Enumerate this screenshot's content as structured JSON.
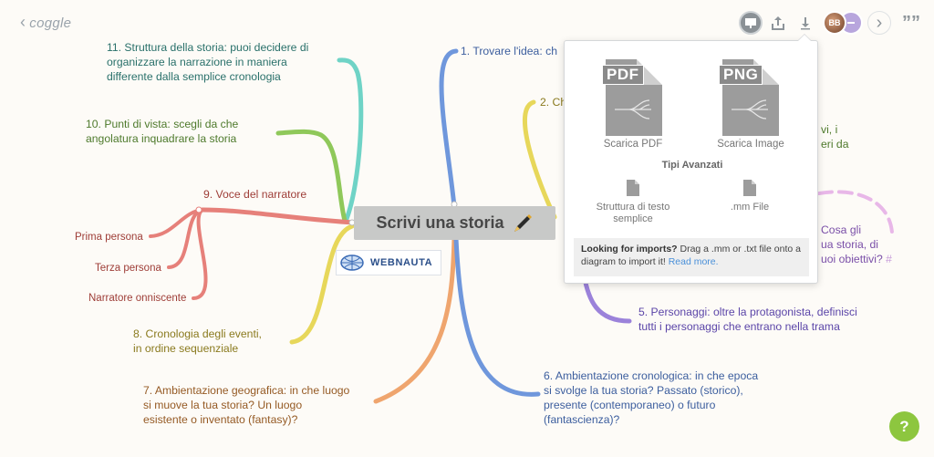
{
  "app": {
    "logo_text": "coggle",
    "back_chevron": "‹"
  },
  "toolbar": {
    "present_icon": "present-icon",
    "share_icon": "share-icon",
    "download_icon": "download-icon",
    "avatar_initials": "BB",
    "chevron_right": "›",
    "quote": "””"
  },
  "center": {
    "title": "Scrivi una storia",
    "icon": "pen-icon"
  },
  "brand": {
    "name": "WEBNAUTA"
  },
  "nodes": {
    "n1": "1. Trovare l'idea: ch",
    "n2": "2. Ch",
    "n3_tail_a": "vi, i",
    "n3_tail_b": "eri da",
    "n4_a": "Cosa gli",
    "n4_b": "ua storia, di",
    "n4_c": "uoi obiettivi?",
    "n4_hash": "#",
    "n5": "5. Personaggi: oltre la protagonista, definisci\ntutti i personaggi che entrano nella trama",
    "n6": "6. Ambientazione cronologica: in che epoca\nsi svolge la tua storia? Passato (storico),\npresente (contemporaneo) o futuro\n(fantascienza)?",
    "n7": "7. Ambientazione geografica: in che luogo\nsi muove la tua storia? Un luogo\nesistente o inventato (fantasy)?",
    "n8": "8. Cronologia degli eventi,\nin ordine sequenziale",
    "n9": "9. Voce del narratore",
    "n9a": "Prima persona",
    "n9b": "Terza persona",
    "n9c": "Narratore onniscente",
    "n10": "10. Punti di vista: scegli da che\nangolatura inquadrare la storia",
    "n11": "11. Struttura della storia: puoi decidere di\norganizzare la narrazione in maniera\ndifferente dalla semplice cronologia"
  },
  "download_popup": {
    "pdf_tag": "PDF",
    "png_tag": "PNG",
    "pdf_label": "Scarica PDF",
    "png_label": "Scarica Image",
    "advanced_title": "Tipi Avanzati",
    "text_label": "Struttura di testo\nsemplice",
    "mm_label": ".mm File",
    "import_bold": "Looking for imports?",
    "import_text": " Drag a .mm or .txt file onto a diagram to import it! ",
    "import_link": "Read more."
  },
  "help_button": "?",
  "colors": {
    "branch_blue": "#6f97dc",
    "branch_yellow": "#e7d75a",
    "branch_purple": "#9b82da",
    "branch_pink": "#e8b7e8",
    "branch_teal": "#6fd3c6",
    "branch_green": "#8fc85a",
    "branch_red": "#e6807a",
    "branch_orange": "#efa56e"
  }
}
